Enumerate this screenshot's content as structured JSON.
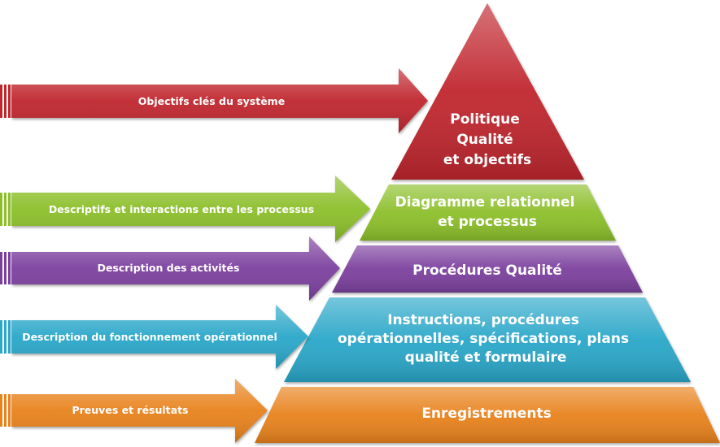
{
  "levels": [
    {
      "lines": [
        "Politique",
        "Qualité",
        "et objectifs"
      ],
      "color": "#c0272d"
    },
    {
      "lines": [
        "Diagramme relationnel",
        "et processus"
      ],
      "color": "#8cbf2a"
    },
    {
      "lines": [
        "Procédures Qualité"
      ],
      "color": "#7b3f9e"
    },
    {
      "lines": [
        "Instructions, procédures",
        "opérationnelles, spécifications, plans",
        "qualité et formulaire"
      ],
      "color": "#2aa7c9"
    },
    {
      "lines": [
        "Enregistrements"
      ],
      "color": "#e8821e"
    }
  ],
  "arrows": [
    {
      "label": "Objectifs clés du système",
      "color": "#c0272d"
    },
    {
      "label": "Descriptifs et interactions entre les processus",
      "color": "#8cbf2a"
    },
    {
      "label": "Description des activités",
      "color": "#7b3f9e"
    },
    {
      "label": "Description du fonctionnement opérationnel",
      "color": "#2aa7c9"
    },
    {
      "label": "Preuves et résultats",
      "color": "#e8821e"
    }
  ]
}
